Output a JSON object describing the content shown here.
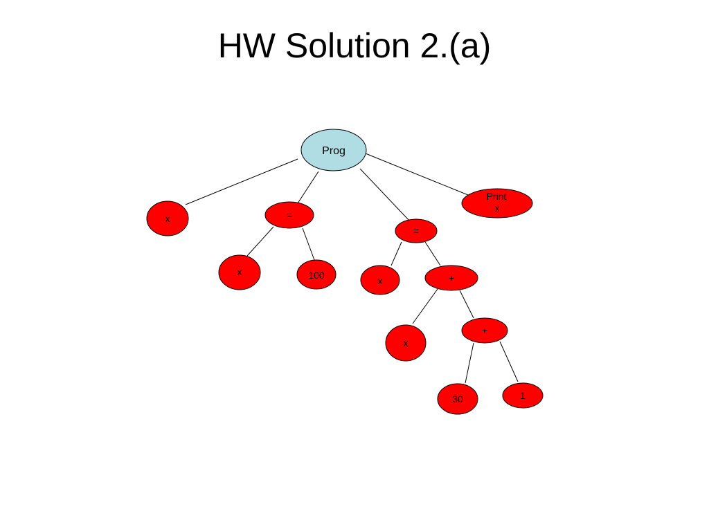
{
  "title": "HW Solution 2.(a)",
  "colors": {
    "root_fill": "#b0dde4",
    "node_fill": "#ff0000",
    "stroke": "#000000"
  },
  "tree": {
    "root": {
      "label": "Prog"
    },
    "nodes": {
      "x1": {
        "label": "x"
      },
      "assign1": {
        "label": "="
      },
      "assign1_x": {
        "label": "x"
      },
      "assign1_val": {
        "label": "100"
      },
      "assign2": {
        "label": "="
      },
      "assign2_x": {
        "label": "x"
      },
      "plus1": {
        "label": "+"
      },
      "plus1_x": {
        "label": "x"
      },
      "plus2": {
        "label": "+"
      },
      "plus2_a": {
        "label": "30"
      },
      "plus2_b": {
        "label": "1"
      },
      "print": {
        "lines": [
          "Print",
          "x"
        ]
      }
    },
    "edges": [
      [
        "root",
        "x1"
      ],
      [
        "root",
        "assign1"
      ],
      [
        "root",
        "assign2"
      ],
      [
        "root",
        "print"
      ],
      [
        "assign1",
        "assign1_x"
      ],
      [
        "assign1",
        "assign1_val"
      ],
      [
        "assign2",
        "assign2_x"
      ],
      [
        "assign2",
        "plus1"
      ],
      [
        "plus1",
        "plus1_x"
      ],
      [
        "plus1",
        "plus2"
      ],
      [
        "plus2",
        "plus2_a"
      ],
      [
        "plus2",
        "plus2_b"
      ]
    ]
  }
}
